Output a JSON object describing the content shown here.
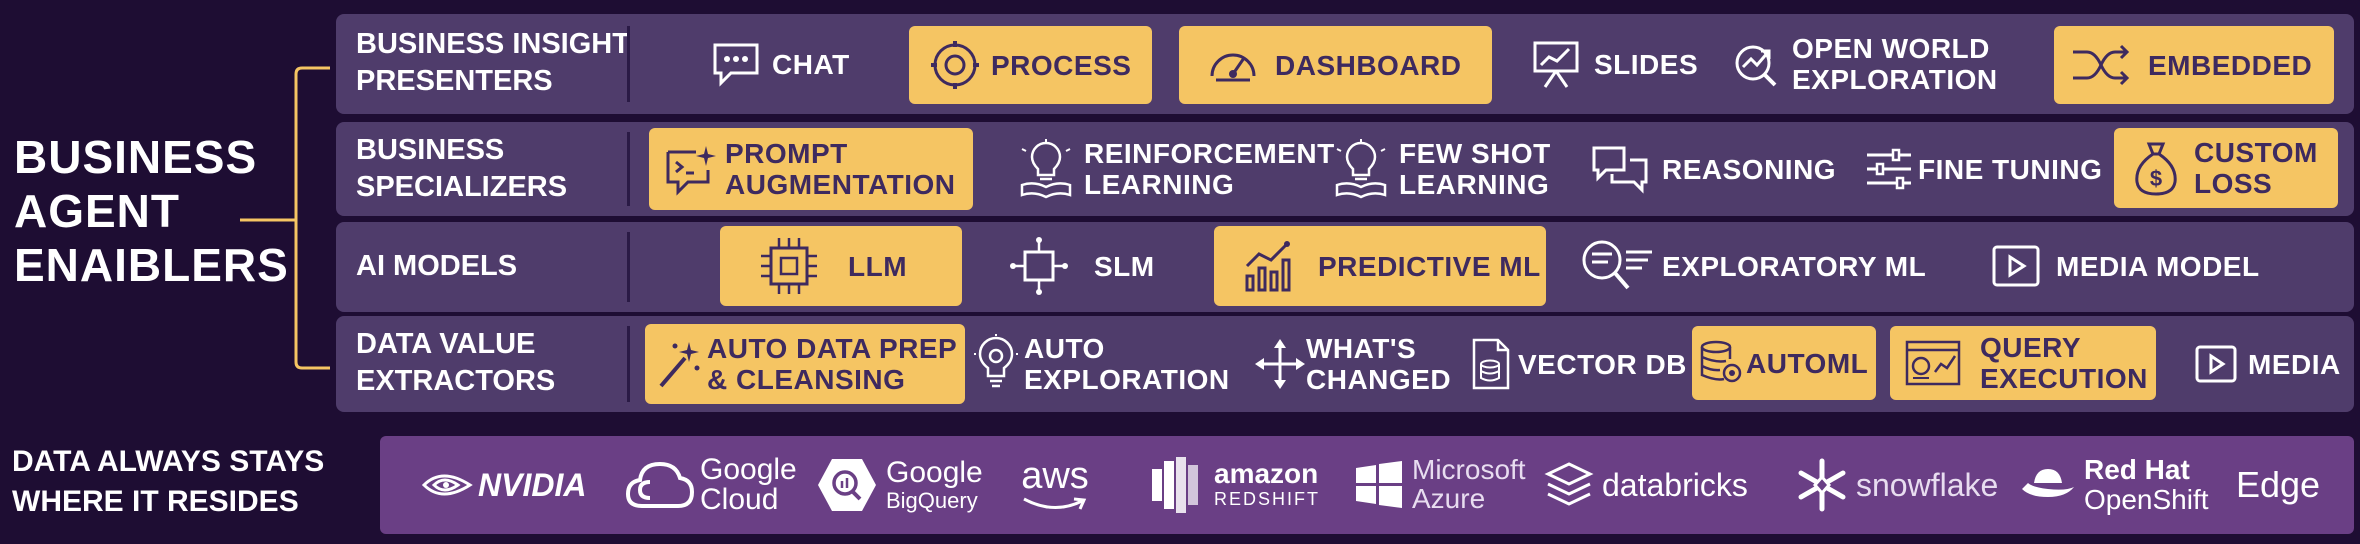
{
  "title": {
    "lines": [
      "BUSINESS",
      "AGENT",
      "ENAIBLERS"
    ]
  },
  "colors": {
    "background": "#1e0d33",
    "row": "#4f3c6b",
    "highlight": "#f5c563",
    "highlight_text": "#3e2a5f",
    "bracket": "#f5c563",
    "vendor_bar": "#6a3f85"
  },
  "rows": [
    {
      "label_lines": [
        "BUSINESS INSIGHT",
        "PRESENTERS"
      ],
      "items": [
        {
          "lines": [
            "CHAT"
          ],
          "icon": "chat-bubble-icon",
          "highlight": false
        },
        {
          "lines": [
            "PROCESS"
          ],
          "icon": "process-gear-icon",
          "highlight": true
        },
        {
          "lines": [
            "DASHBOARD"
          ],
          "icon": "dashboard-gauge-icon",
          "highlight": true
        },
        {
          "lines": [
            "SLIDES"
          ],
          "icon": "presentation-board-icon",
          "highlight": false
        },
        {
          "lines": [
            "OPEN WORLD",
            "EXPLORATION"
          ],
          "icon": "world-exploration-icon",
          "highlight": false
        },
        {
          "lines": [
            "EMBEDDED"
          ],
          "icon": "shuffle-arrows-icon",
          "highlight": true
        }
      ]
    },
    {
      "label_lines": [
        "BUSINESS",
        "SPECIALIZERS"
      ],
      "items": [
        {
          "lines": [
            "PROMPT",
            "AUGMENTATION"
          ],
          "icon": "prompt-sparkle-icon",
          "highlight": true
        },
        {
          "lines": [
            "REINFORCEMENT",
            "LEARNING"
          ],
          "icon": "lightbulb-book-icon",
          "highlight": false
        },
        {
          "lines": [
            "FEW SHOT",
            "LEARNING"
          ],
          "icon": "lightbulb-book-icon",
          "highlight": false
        },
        {
          "lines": [
            "REASONING"
          ],
          "icon": "conversation-bubbles-icon",
          "highlight": false
        },
        {
          "lines": [
            "FINE TUNING"
          ],
          "icon": "sliders-icon",
          "highlight": false
        },
        {
          "lines": [
            "CUSTOM",
            "LOSS"
          ],
          "icon": "money-bag-icon",
          "highlight": true
        }
      ]
    },
    {
      "label_lines": [
        "AI MODELS"
      ],
      "items": [
        {
          "lines": [
            "LLM"
          ],
          "icon": "chip-icon",
          "highlight": true
        },
        {
          "lines": [
            "SLM"
          ],
          "icon": "chip-small-icon",
          "highlight": false
        },
        {
          "lines": [
            "PREDICTIVE ML"
          ],
          "icon": "growth-chart-icon",
          "highlight": true
        },
        {
          "lines": [
            "EXPLORATORY ML"
          ],
          "icon": "magnifier-data-icon",
          "highlight": false
        },
        {
          "lines": [
            "MEDIA MODEL"
          ],
          "icon": "play-button-icon",
          "highlight": false
        }
      ]
    },
    {
      "label_lines": [
        "DATA VALUE",
        "EXTRACTORS"
      ],
      "items": [
        {
          "lines": [
            "AUTO DATA PREP",
            "& CLEANSING"
          ],
          "icon": "magic-wand-icon",
          "highlight": true
        },
        {
          "lines": [
            "AUTO",
            "EXPLORATION"
          ],
          "icon": "lightbulb-gear-icon",
          "highlight": false
        },
        {
          "lines": [
            "WHAT'S",
            "CHANGED"
          ],
          "icon": "move-arrows-icon",
          "highlight": false
        },
        {
          "lines": [
            "VECTOR DB"
          ],
          "icon": "database-document-icon",
          "highlight": false
        },
        {
          "lines": [
            "AUTOML"
          ],
          "icon": "database-gear-icon",
          "highlight": true
        },
        {
          "lines": [
            "QUERY",
            "EXECUTION"
          ],
          "icon": "query-dashboard-icon",
          "highlight": true
        },
        {
          "lines": [
            "MEDIA"
          ],
          "icon": "play-button-icon",
          "highlight": false
        }
      ]
    }
  ],
  "bottom": {
    "label_lines": [
      "DATA ALWAYS STAYS",
      "WHERE IT RESIDES"
    ]
  },
  "vendors": [
    {
      "name": "nvidia",
      "line1": "NVIDIA",
      "line2": "",
      "icon": "nvidia-eye-icon"
    },
    {
      "name": "google-cloud",
      "line1": "Google",
      "line2": "Cloud",
      "icon": "cloud-icon"
    },
    {
      "name": "google-bigquery",
      "line1": "Google",
      "line2": "BigQuery",
      "icon": "bigquery-hexagon-icon"
    },
    {
      "name": "aws",
      "line1": "aws",
      "line2": "",
      "icon": "aws-smile-icon"
    },
    {
      "name": "amazon-redshift",
      "line1": "amazon",
      "line2": "REDSHIFT",
      "icon": "redshift-bars-icon"
    },
    {
      "name": "microsoft-azure",
      "line1": "Microsoft",
      "line2": "Azure",
      "icon": "windows-logo-icon"
    },
    {
      "name": "databricks",
      "line1": "databricks",
      "line2": "",
      "icon": "layers-stack-icon"
    },
    {
      "name": "snowflake",
      "line1": "snowflake",
      "line2": "",
      "icon": "snowflake-icon"
    },
    {
      "name": "red-hat-openshift",
      "line1": "Red Hat",
      "line2": "OpenShift",
      "icon": "red-hat-icon"
    },
    {
      "name": "edge",
      "line1": "Edge",
      "line2": "",
      "icon": ""
    }
  ]
}
